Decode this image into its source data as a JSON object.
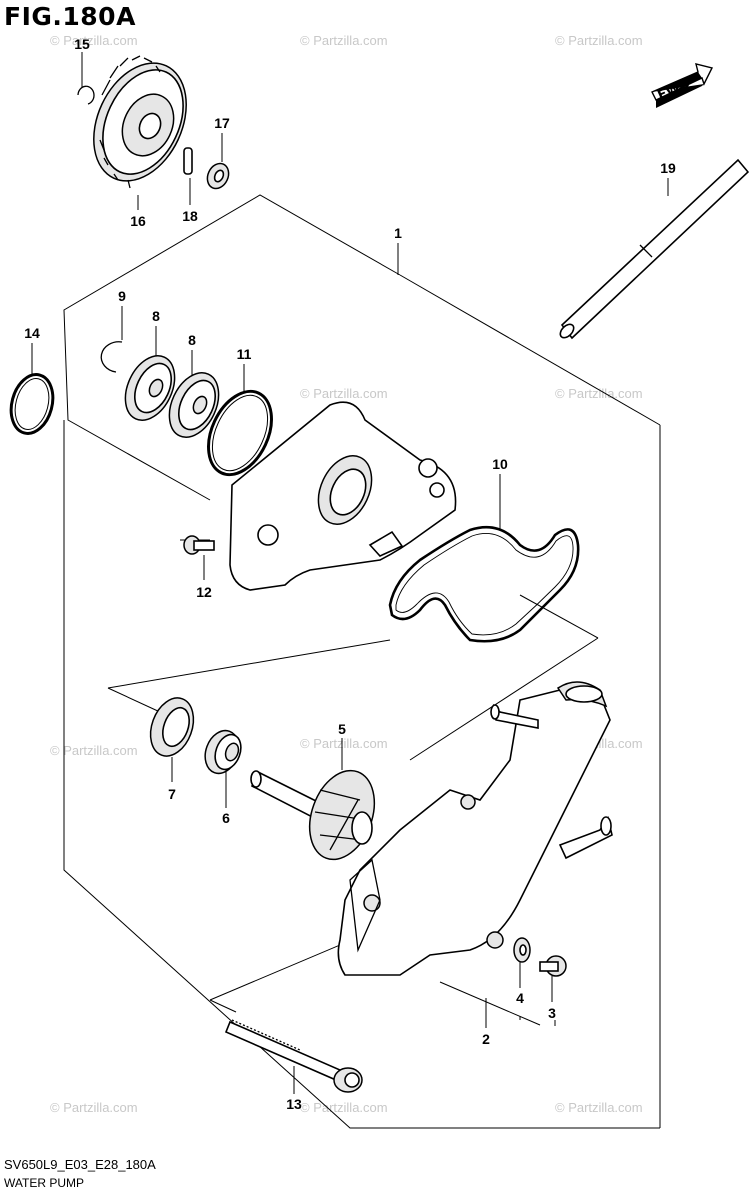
{
  "figure": {
    "title": "FIG.180A",
    "code": "SV650L9_E03_E28_180A",
    "caption": "WATER PUMP"
  },
  "watermark": "© Partzilla.com",
  "fwd_label": "FWD",
  "parts": {
    "p1": "1",
    "p2": "2",
    "p3": "3",
    "p4": "4",
    "p5": "5",
    "p6": "6",
    "p7": "7",
    "p8a": "8",
    "p8b": "8",
    "p9": "9",
    "p10": "10",
    "p11": "11",
    "p12": "12",
    "p13": "13",
    "p14": "14",
    "p15": "15",
    "p16": "16",
    "p17": "17",
    "p18": "18",
    "p19": "19"
  }
}
